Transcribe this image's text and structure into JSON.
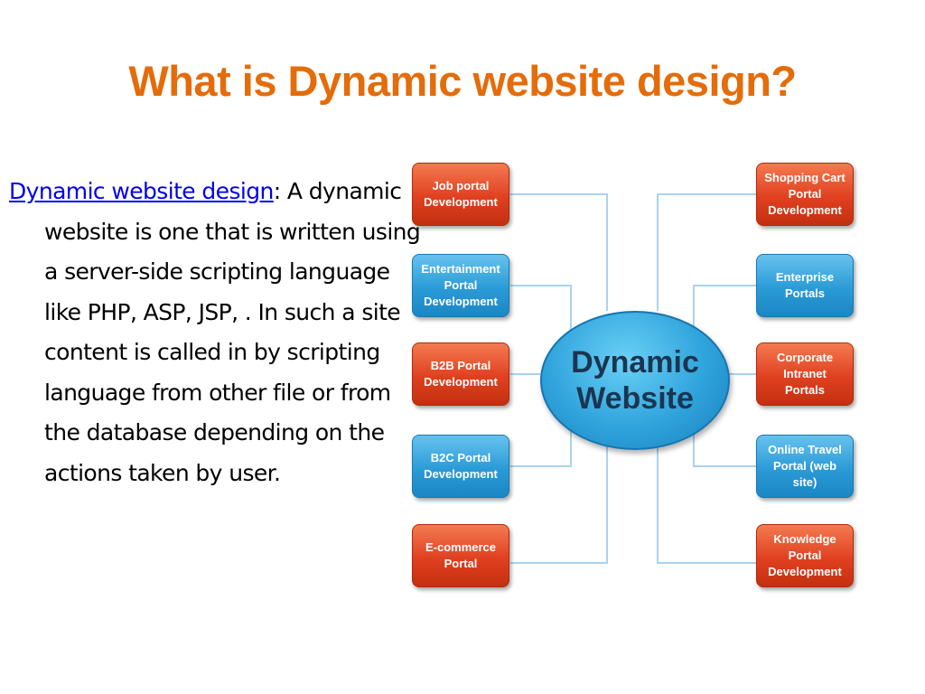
{
  "slide": {
    "title": "What is Dynamic website design?",
    "term": "Dynamic website design",
    "definition": ": A dynamic website is one that is written using a server-side scripting language like PHP, ASP, JSP, . In such a site content is called in by scripting language from other file or from the database depending on the actions taken by user."
  },
  "diagram": {
    "hub": {
      "line1": "Dynamic",
      "line2": "Website"
    },
    "left_nodes": [
      {
        "label": "Job portal Development",
        "color": "red"
      },
      {
        "label": "Entertainment Portal Development",
        "color": "blue"
      },
      {
        "label": "B2B Portal Development",
        "color": "red"
      },
      {
        "label": "B2C Portal Development",
        "color": "blue"
      },
      {
        "label": "E-commerce Portal",
        "color": "red"
      }
    ],
    "right_nodes": [
      {
        "label": "Shopping Cart Portal Development",
        "color": "red"
      },
      {
        "label": "Enterprise Portals",
        "color": "blue"
      },
      {
        "label": "Corporate Intranet Portals",
        "color": "red"
      },
      {
        "label": "Online Travel Portal (web site)",
        "color": "blue"
      },
      {
        "label": "Knowledge Portal Development",
        "color": "red"
      }
    ],
    "colors": {
      "title": "#e46c0a",
      "link": "#0000ee",
      "red_node": "#e04020",
      "blue_node": "#2a9bd7",
      "connector": "#a9d3ec"
    }
  }
}
